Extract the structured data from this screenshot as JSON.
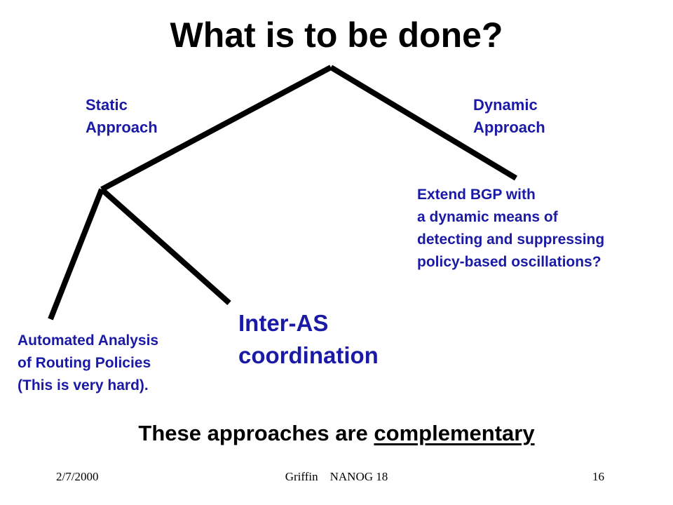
{
  "slide": {
    "title": "What is to be done?",
    "static_label": "Static\nApproach",
    "dynamic_label": "Dynamic\nApproach",
    "dynamic_description": "Extend BGP with\na dynamic means of\ndetecting and suppressing\npolicy-based oscillations?",
    "leaf_analysis": "Automated Analysis\nof Routing Policies\n(This is very hard).",
    "leaf_coordination": "Inter-AS\ncoordination",
    "summary_prefix": "These approaches are ",
    "summary_emphasis": "complementary"
  },
  "footer": {
    "date": "2/7/2000",
    "author_event": "Griffin    NANOG 18",
    "page_number": "16"
  },
  "colors": {
    "accent_text": "#1a1aa6",
    "lines": "#000000"
  }
}
